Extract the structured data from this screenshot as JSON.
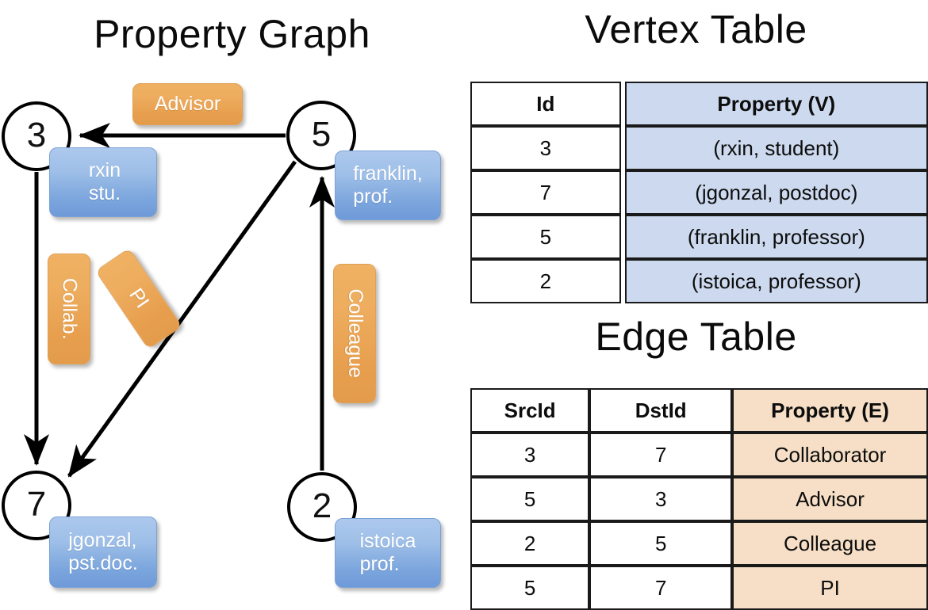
{
  "panels": {
    "graph_title": "Property Graph",
    "vertex_title": "Vertex Table",
    "edge_title": "Edge Table"
  },
  "graph": {
    "nodes": [
      {
        "id": "3",
        "property": "rxin\nstu."
      },
      {
        "id": "5",
        "property": "franklin,\nprof."
      },
      {
        "id": "7",
        "property": "jgonzal,\npst.doc."
      },
      {
        "id": "2",
        "property": "istoica\nprof."
      }
    ],
    "edge_labels": {
      "advisor": "Advisor",
      "collab": "Collab.",
      "pi": "PI",
      "colleague": "Colleague"
    },
    "edges": [
      {
        "from": "3",
        "to": "7",
        "label": "Collab."
      },
      {
        "from": "5",
        "to": "3",
        "label": "Advisor"
      },
      {
        "from": "2",
        "to": "5",
        "label": "Colleague"
      },
      {
        "from": "5",
        "to": "7",
        "label": "PI"
      }
    ]
  },
  "vertex_table": {
    "headers": [
      "Id",
      "Property (V)"
    ],
    "rows": [
      {
        "id": "3",
        "property": "(rxin, student)"
      },
      {
        "id": "7",
        "property": "(jgonzal, postdoc)"
      },
      {
        "id": "5",
        "property": "(franklin, professor)"
      },
      {
        "id": "2",
        "property": "(istoica, professor)"
      }
    ]
  },
  "edge_table": {
    "headers": [
      "SrcId",
      "DstId",
      "Property (E)"
    ],
    "rows": [
      {
        "src": "3",
        "dst": "7",
        "property": "Collaborator"
      },
      {
        "src": "5",
        "dst": "3",
        "property": "Advisor"
      },
      {
        "src": "2",
        "dst": "5",
        "property": "Colleague"
      },
      {
        "src": "5",
        "dst": "7",
        "property": "PI"
      }
    ]
  },
  "colors": {
    "vertex_header_fill": "#ccd9ee",
    "edge_header_fill": "#f6dfc6",
    "badge_blue": "#7ba5dd",
    "badge_orange": "#e79f4e",
    "stroke": "#000000"
  }
}
